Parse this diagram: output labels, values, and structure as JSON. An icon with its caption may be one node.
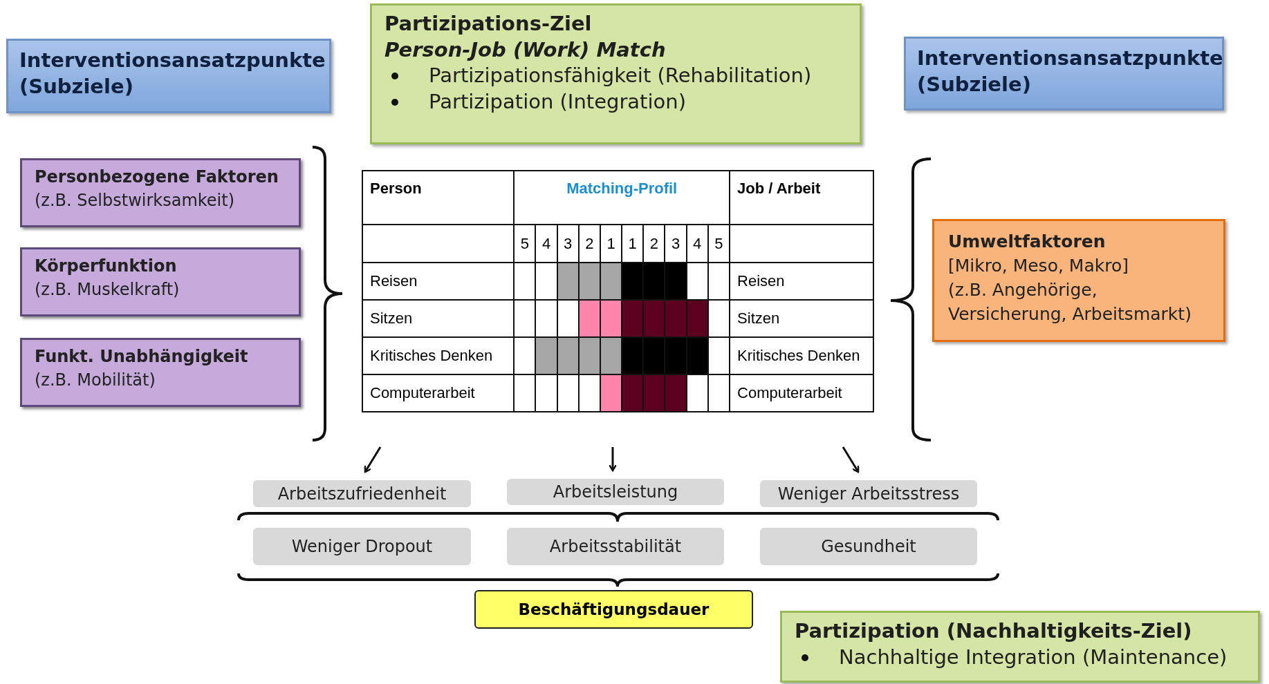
{
  "diagram": {
    "nodes": [
      {
        "text": [
          "Interventionsansatzpunkte (Subziele)"
        ]
      },
      {
        "text": [
          "Partizipations-Ziel",
          "Person-Job (Work) Match",
          "Partizipationsfähigkeit (Rehabilitation)",
          "Partizipation (Integration)"
        ]
      },
      {
        "text": [
          "Interventionsansatzpunkte (Subziele)"
        ]
      },
      {
        "text": [
          "Personbezogene Faktoren",
          "(z.B. Selbstwirksamkeit)"
        ]
      },
      {
        "text": [
          "Körperfunktion",
          "(z.B. Muskelkraft)"
        ]
      },
      {
        "text": [
          "Funkt. Unabhängigkeit",
          "(z.B. Mobilität)"
        ]
      },
      {
        "text": [
          "Umweltfaktoren",
          "[Mikro, Meso, Makro]",
          "(z.B. Angehörige, Versicherung, Arbeitsmarkt)"
        ]
      },
      {
        "text": [
          "Arbeitszufriedenheit"
        ]
      },
      {
        "text": [
          "Arbeitsleistung"
        ]
      },
      {
        "text": [
          "Weniger Arbeitsstress"
        ]
      },
      {
        "text": [
          "Weniger Dropout"
        ]
      },
      {
        "text": [
          "Arbeitsstabilität"
        ]
      },
      {
        "text": [
          "Gesundheit"
        ]
      },
      {
        "text": [
          "Beschäftigungsdauer"
        ]
      },
      {
        "text": [
          "Partizipation (Nachhaltigkeits-Ziel)",
          "Nachhaltige Integration (Maintenance)"
        ]
      }
    ],
    "edges": [
      {
        "from": null,
        "to": 7,
        "arrow": "to"
      },
      {
        "from": null,
        "to": 8,
        "arrow": "to"
      },
      {
        "from": null,
        "to": 9,
        "arrow": "to"
      }
    ],
    "labels": [
      "Person",
      "Matching-Profil",
      "Job / Arbeit",
      "5",
      "4",
      "3",
      "2",
      "1",
      "1",
      "2",
      "3",
      "4",
      "5",
      "Reisen",
      "Reisen",
      "Sitzen",
      "Sitzen",
      "Kritisches Denken",
      "Kritisches Denken",
      "Computerarbeit",
      "Computerarbeit"
    ]
  }
}
